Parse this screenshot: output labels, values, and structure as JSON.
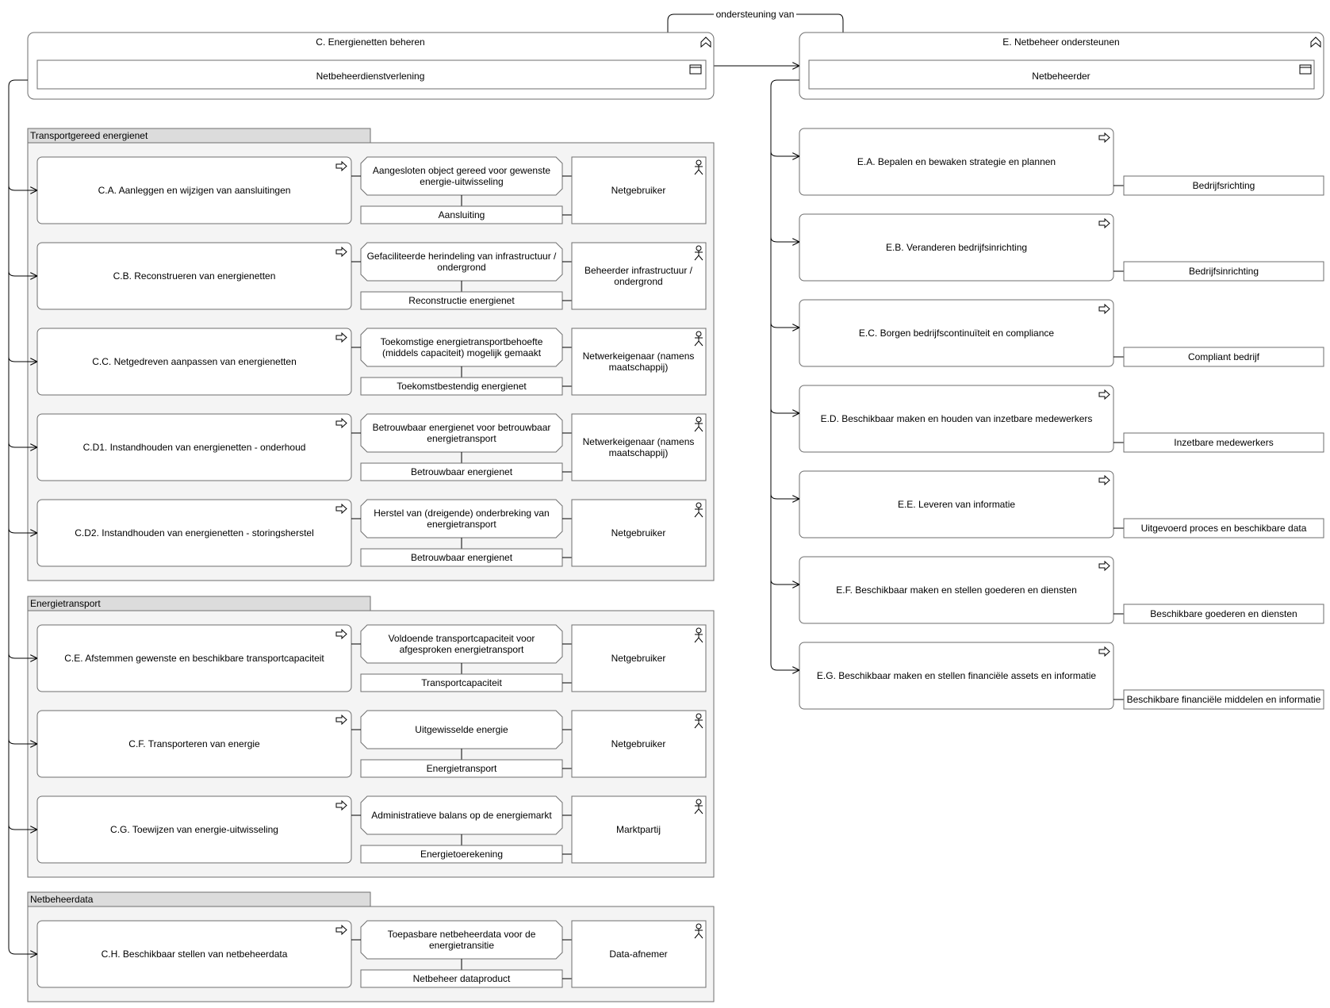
{
  "relation_label": "ondersteuning van",
  "capability_c": {
    "title": "C. Energienetten beheren",
    "service": "Netbeheerdienstverlening"
  },
  "capability_e": {
    "title": "E. Netbeheer ondersteunen",
    "service": "Netbeheerder"
  },
  "groups": [
    {
      "label": "Transportgereed energienet",
      "rows": [
        {
          "process": "C.A. Aanleggen en wijzigen van aansluitingen",
          "outcome": [
            "Aangesloten object gereed voor gewenste",
            "energie-uitwisseling"
          ],
          "object": "Aansluiting",
          "actor": [
            "Netgebruiker"
          ]
        },
        {
          "process": "C.B. Reconstrueren van energienetten",
          "outcome": [
            "Gefaciliteerde herindeling van infrastructuur /",
            "ondergrond"
          ],
          "object": "Reconstructie energienet",
          "actor": [
            "Beheerder infrastructuur /",
            "ondergrond"
          ]
        },
        {
          "process": "C.C. Netgedreven aanpassen van energienetten",
          "outcome": [
            "Toekomstige energietransportbehoefte",
            "(middels capaciteit) mogelijk gemaakt"
          ],
          "object": "Toekomstbestendig energienet",
          "actor": [
            "Netwerkeigenaar (namens",
            "maatschappij)"
          ]
        },
        {
          "process": "C.D1. Instandhouden van energienetten - onderhoud",
          "outcome": [
            "Betrouwbaar energienet voor betrouwbaar",
            "energietransport"
          ],
          "object": "Betrouwbaar energienet",
          "actor": [
            "Netwerkeigenaar (namens",
            "maatschappij)"
          ]
        },
        {
          "process": "C.D2. Instandhouden van energienetten - storingsherstel",
          "outcome": [
            "Herstel van (dreigende) onderbreking van",
            "energietransport"
          ],
          "object": "Betrouwbaar energienet",
          "actor": [
            "Netgebruiker"
          ]
        }
      ]
    },
    {
      "label": "Energietransport",
      "rows": [
        {
          "process": "C.E. Afstemmen gewenste en beschikbare transportcapaciteit",
          "outcome": [
            "Voldoende transportcapaciteit voor",
            "afgesproken energietransport"
          ],
          "object": "Transportcapaciteit",
          "actor": [
            "Netgebruiker"
          ]
        },
        {
          "process": "C.F. Transporteren van energie",
          "outcome": [
            "Uitgewisselde energie"
          ],
          "object": "Energietransport",
          "actor": [
            "Netgebruiker"
          ]
        },
        {
          "process": "C.G. Toewijzen van energie-uitwisseling",
          "outcome": [
            "Administratieve balans op de energiemarkt"
          ],
          "object": "Energietoerekening",
          "actor": [
            "Marktpartij"
          ]
        }
      ]
    },
    {
      "label": "Netbeheerdata",
      "rows": [
        {
          "process": "C.H. Beschikbaar stellen van netbeheerdata",
          "outcome": [
            "Toepasbare netbeheerdata voor de",
            "energietransitie"
          ],
          "object": "Netbeheer dataproduct",
          "actor": [
            "Data-afnemer"
          ]
        }
      ]
    }
  ],
  "e_processes": [
    {
      "process": "E.A. Bepalen en bewaken strategie en plannen",
      "object": "Bedrijfsrichting"
    },
    {
      "process": "E.B. Veranderen bedrijfsinrichting",
      "object": "Bedrijfsinrichting"
    },
    {
      "process": "E.C. Borgen bedrijfscontinuïteit en compliance",
      "object": "Compliant bedrijf"
    },
    {
      "process": "E.D. Beschikbaar maken en houden van inzetbare medewerkers",
      "object": "Inzetbare medewerkers"
    },
    {
      "process": "E.E. Leveren van informatie",
      "object": "Uitgevoerd proces en beschikbare data"
    },
    {
      "process": "E.F. Beschikbaar maken en stellen goederen en diensten",
      "object": "Beschikbare goederen en diensten"
    },
    {
      "process": "E.G. Beschikbaar maken en stellen financiële assets en informatie",
      "object": "Beschikbare financiële middelen en informatie"
    }
  ],
  "colors": {
    "border": "#6e6e6e",
    "group_header": "#dcdcdc",
    "group_body": "#f4f4f4",
    "box": "#ffffff",
    "line": "#000000"
  },
  "icons": {
    "capability": "capability-icon",
    "service": "service-icon",
    "process": "process-arrow-icon",
    "actor": "actor-icon"
  }
}
